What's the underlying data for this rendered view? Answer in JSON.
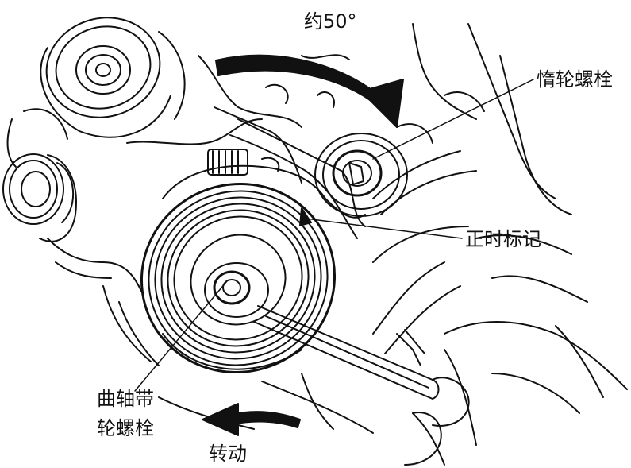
{
  "labels": {
    "angle": "约50°",
    "idler_bolt": "惰轮螺栓",
    "timing_mark": "正时标记",
    "crank_bolt_line1": "曲轴带",
    "crank_bolt_line2": "轮螺栓",
    "rotate": "转动"
  },
  "colors": {
    "ink": "#111111",
    "paper": "#ffffff"
  }
}
